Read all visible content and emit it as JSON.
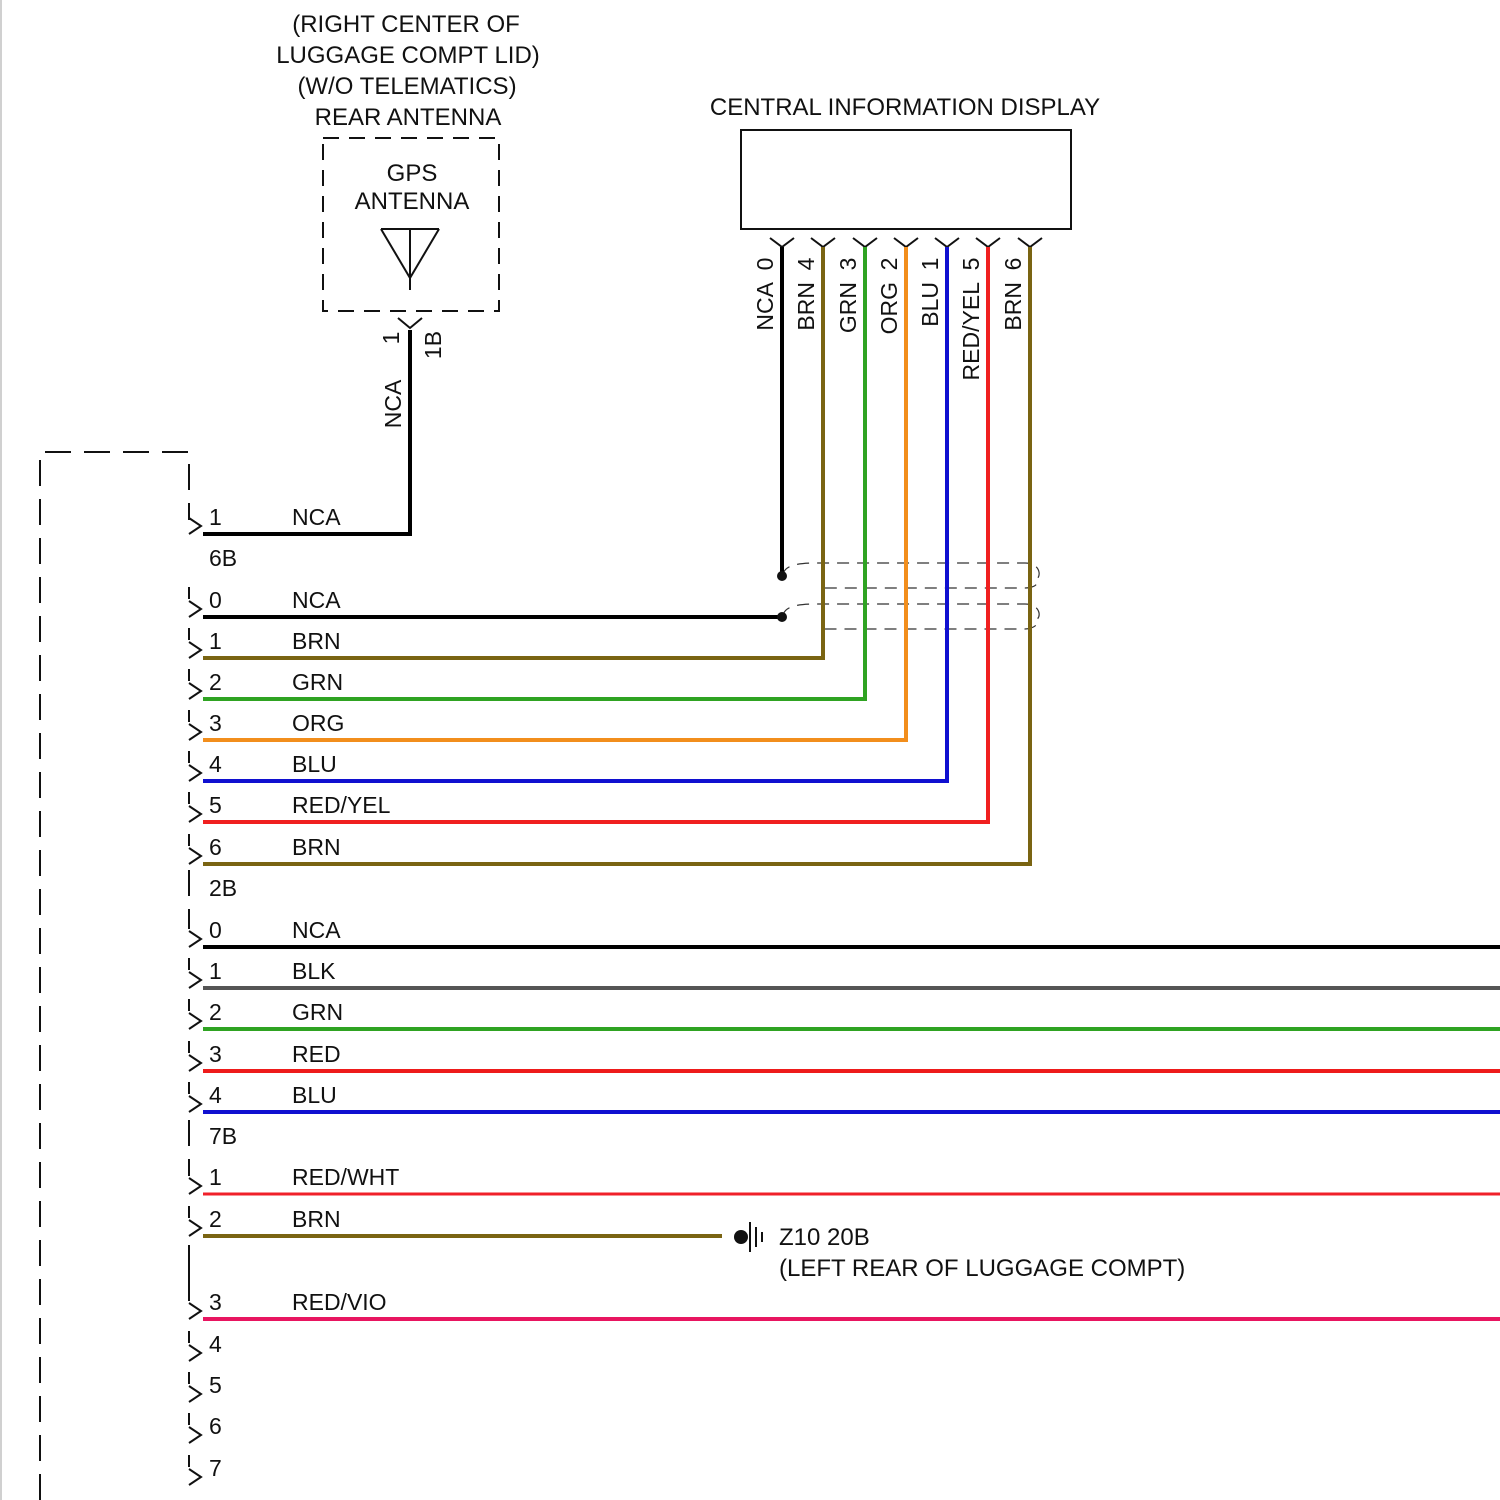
{
  "colors": {
    "NCA": "#000000",
    "BLK": "#555555",
    "BRN": "#7a6412",
    "GRN": "#2fa322",
    "ORG": "#f28e1c",
    "BLU": "#1010d0",
    "RED": "#ee1b1b",
    "RED/YEL": "#f02020",
    "RED/WHT": "#f0202a",
    "RED/VIO": "#e81560"
  },
  "antenna": {
    "location_lines": [
      "(RIGHT CENTER OF",
      "LUGGAGE COMPT LID)",
      "(W/O TELEMATICS)",
      "REAR ANTENNA"
    ],
    "box_lines": [
      "GPS",
      "ANTENNA"
    ],
    "pin": "1",
    "connector": "1B",
    "wire_color": "NCA",
    "icon": "antenna-icon"
  },
  "cid": {
    "title": "CENTRAL INFORMATION DISPLAY",
    "pins": [
      {
        "pin": "0",
        "color": "NCA"
      },
      {
        "pin": "4",
        "color": "BRN"
      },
      {
        "pin": "3",
        "color": "GRN"
      },
      {
        "pin": "2",
        "color": "ORG"
      },
      {
        "pin": "1",
        "color": "BLU"
      },
      {
        "pin": "5",
        "color": "RED/YEL"
      },
      {
        "pin": "6",
        "color": "BRN"
      }
    ]
  },
  "groups": [
    {
      "connector": "6B",
      "wires": [
        {
          "pin": "1",
          "color": "NCA"
        }
      ]
    },
    {
      "connector": "2B",
      "wires": [
        {
          "pin": "0",
          "color": "NCA"
        },
        {
          "pin": "1",
          "color": "BRN"
        },
        {
          "pin": "2",
          "color": "GRN"
        },
        {
          "pin": "3",
          "color": "ORG"
        },
        {
          "pin": "4",
          "color": "BLU"
        },
        {
          "pin": "5",
          "color": "RED/YEL"
        },
        {
          "pin": "6",
          "color": "BRN"
        }
      ]
    },
    {
      "connector": "7B",
      "wires": [
        {
          "pin": "0",
          "color": "NCA"
        },
        {
          "pin": "1",
          "color": "BLK"
        },
        {
          "pin": "2",
          "color": "GRN"
        },
        {
          "pin": "3",
          "color": "RED"
        },
        {
          "pin": "4",
          "color": "BLU"
        }
      ]
    },
    {
      "connector": "",
      "wires": [
        {
          "pin": "1",
          "color": "RED/WHT"
        },
        {
          "pin": "2",
          "color": "BRN"
        },
        {
          "pin": "3",
          "color": "RED/VIO"
        },
        {
          "pin": "4",
          "color": ""
        },
        {
          "pin": "5",
          "color": ""
        },
        {
          "pin": "6",
          "color": ""
        },
        {
          "pin": "7",
          "color": ""
        }
      ]
    }
  ],
  "ground": {
    "id": "Z10 20B",
    "location": "(LEFT REAR OF LUGGAGE COMPT)",
    "icon": "ground-icon"
  }
}
